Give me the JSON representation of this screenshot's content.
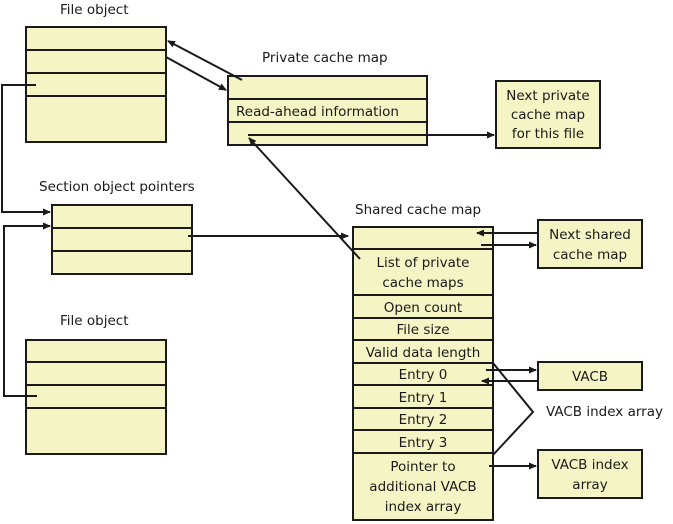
{
  "diagram": {
    "file_object_top": {
      "title": "File object"
    },
    "private_cache_map": {
      "title": "Private cache map",
      "fields": [
        "",
        "Read-ahead information",
        ""
      ]
    },
    "next_private_cache_map": {
      "lines": [
        "Next private",
        "cache map",
        "for this file"
      ]
    },
    "section_object_pointers": {
      "title": "Section object pointers"
    },
    "file_object_bottom": {
      "title": "File object"
    },
    "shared_cache_map": {
      "title": "Shared cache map",
      "fields": [
        {
          "lines": [
            ""
          ]
        },
        {
          "lines": [
            "List of private",
            "cache maps"
          ]
        },
        {
          "lines": [
            "Open count"
          ]
        },
        {
          "lines": [
            "File size"
          ]
        },
        {
          "lines": [
            "Valid data length"
          ]
        },
        {
          "lines": [
            "Entry 0"
          ]
        },
        {
          "lines": [
            "Entry 1"
          ]
        },
        {
          "lines": [
            "Entry 2"
          ]
        },
        {
          "lines": [
            "Entry 3"
          ]
        },
        {
          "lines": [
            "Pointer to",
            "additional VACB",
            "index array"
          ]
        }
      ]
    },
    "next_shared_cache_map": {
      "lines": [
        "Next shared",
        "cache map"
      ]
    },
    "vacb": {
      "label": "VACB"
    },
    "vacb_index_array_label": "VACB index array",
    "vacb_index_array_box": {
      "lines": [
        "VACB index",
        "array"
      ]
    }
  }
}
